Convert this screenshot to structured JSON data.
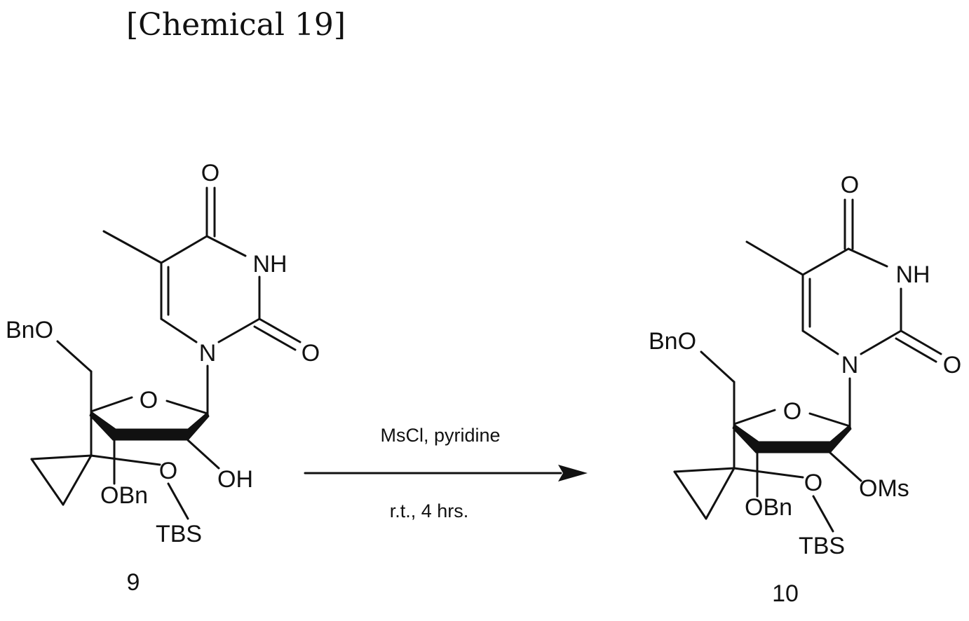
{
  "heading": "[Chemical 19]",
  "reaction": {
    "reagents": "MsCl, pyridine",
    "conditions": "r.t., 4 hrs."
  },
  "compound_9": {
    "number": "9",
    "carbonyl_o_top": "O",
    "nh": "NH",
    "carbonyl_o_right": "O",
    "n1": "N",
    "ring_o": "O",
    "bno": "BnO",
    "obn": "OBn",
    "silyl_o": "O",
    "tbs": "TBS",
    "substituent": "OH"
  },
  "compound_10": {
    "number": "10",
    "carbonyl_o_top": "O",
    "nh": "NH",
    "carbonyl_o_right": "O",
    "n1": "N",
    "ring_o": "O",
    "bno": "BnO",
    "obn": "OBn",
    "silyl_o": "O",
    "tbs": "TBS",
    "substituent": "OMs"
  }
}
